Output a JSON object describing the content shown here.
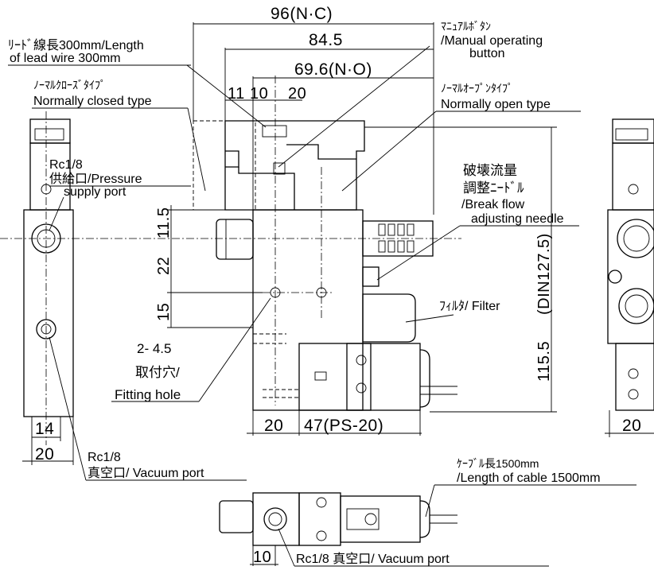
{
  "dimensions": {
    "d96": "96(N·C)",
    "d84": "84.5",
    "d696": "69.6(N·O)",
    "d11": "11",
    "d10": "10",
    "d20top": "20",
    "d115": "11.5",
    "d22": "22",
    "d15": "15",
    "d1275": "(DIN127.5)",
    "d1155": "115.5",
    "d20bot": "20",
    "d47": "47(PS-20)",
    "d14": "14",
    "d20left": "20",
    "d20right": "20",
    "d10bottom": "10"
  },
  "labels": {
    "lead_jp": "ﾘｰﾄﾞ線長300mm/Length",
    "lead_en": "of lead wire 300mm",
    "manual_jp": "ﾏﾆｭｱﾙﾎﾞﾀﾝ",
    "manual_en1": "/Manual  operating",
    "manual_en2": "button",
    "nc_jp": "ﾉｰﾏﾙｸﾛｰｽﾞﾀｲﾌﾟ",
    "nc_en": "Normally closed type",
    "no_jp": "ﾉｰﾏﾙｵｰﾌﾟﾝﾀｲﾌﾟ",
    "no_en": "Normally open type",
    "supply1": "Rc1/8",
    "supply2": "供給口/Pressure",
    "supply3": "supply port",
    "break1": "破壊流量",
    "break2": "調整ﾆｰﾄﾞﾙ",
    "break3": "/Break flow",
    "break4": "adjusting needle",
    "filter": "ﾌｨﾙﾀ/ Filter",
    "hole1": "2-    4.5",
    "hole2": "取付穴/",
    "hole3": "Fitting hole",
    "vac1": "Rc1/8",
    "vac2": "真空口/ Vacuum  port",
    "cable1": "ｹｰﾌﾞﾙ長1500mm",
    "cable2": "/Length of cable 1500mm",
    "vac_bottom": "Rc1/8 真空口/ Vacuum  port"
  }
}
